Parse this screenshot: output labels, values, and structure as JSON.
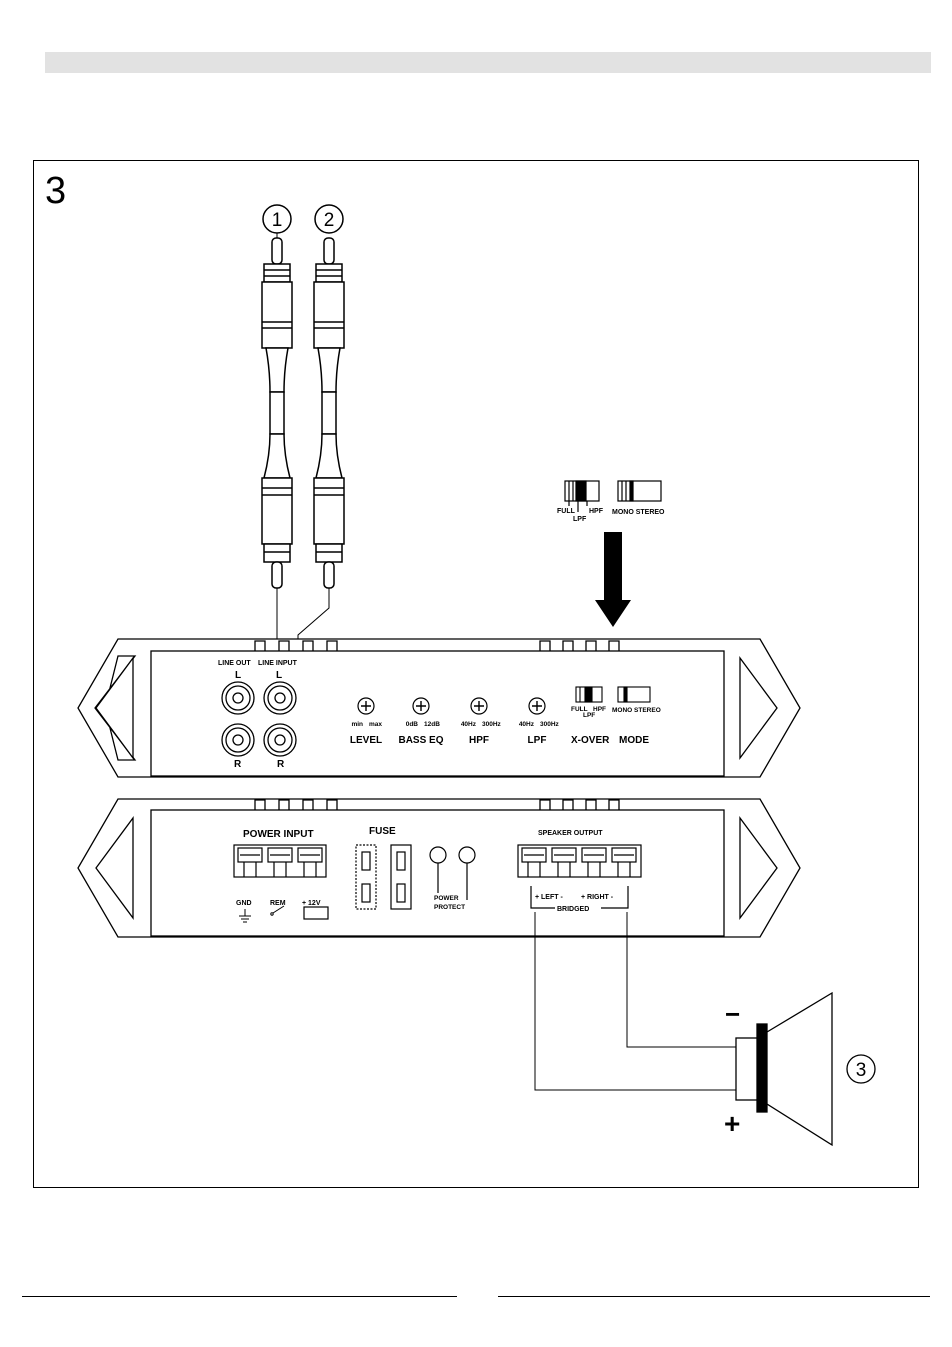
{
  "figure_number": "3",
  "callouts": {
    "rca_1": "1",
    "rca_2": "2",
    "speaker": "3"
  },
  "top_panel": {
    "line_out": "LINE OUT",
    "line_input": "LINE INPUT",
    "jacks": {
      "out_l": "L",
      "in_l": "L",
      "out_r": "R",
      "in_r": "R"
    },
    "knobs": [
      {
        "name": "LEVEL",
        "min": "min",
        "max": "max"
      },
      {
        "name": "BASS EQ",
        "min": "0dB",
        "max": "12dB"
      },
      {
        "name": "HPF",
        "min": "40Hz",
        "max": "300Hz"
      },
      {
        "name": "LPF",
        "min": "40Hz",
        "max": "300Hz"
      }
    ],
    "xover_label": "X-OVER",
    "mode_label": "MODE"
  },
  "switch_zoom": {
    "full": "FULL",
    "hpf": "HPF",
    "lpf": "LPF",
    "mono_stereo": "MONO STEREO"
  },
  "bottom_panel": {
    "power_input": "POWER INPUT",
    "gnd": "GND",
    "rem": "REM",
    "plus12v": "+ 12V",
    "fuse": "FUSE",
    "power": "POWER",
    "protect": "PROTECT",
    "speaker_output": "SPEAKER OUTPUT",
    "left": "+ LEFT  -",
    "right": "+  RIGHT -",
    "bridged": "BRIDGED"
  },
  "speaker": {
    "minus": "−",
    "plus": "+"
  }
}
